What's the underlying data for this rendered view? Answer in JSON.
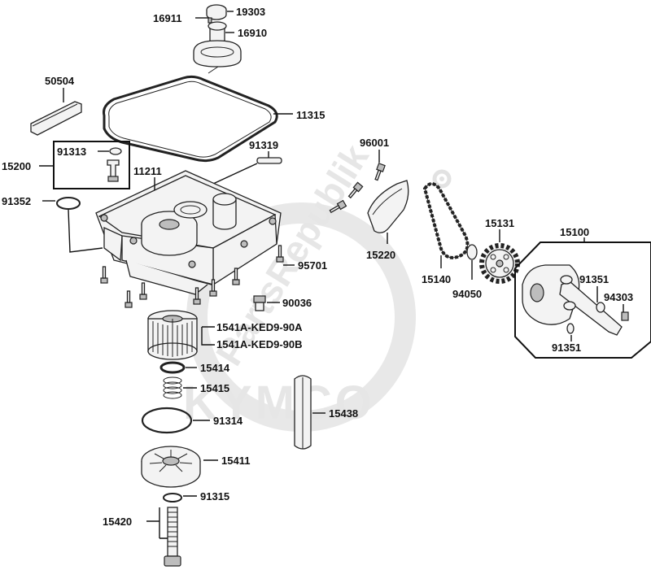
{
  "diagram": {
    "watermark": {
      "brand": "PartsRepublik",
      "maker": "KYMCO"
    },
    "labels": {
      "p19303": "19303",
      "p16911": "16911",
      "p16910": "16910",
      "p50504": "50504",
      "p11315": "11315",
      "p91313": "91313",
      "p15200": "15200",
      "p91319": "91319",
      "p11211": "11211",
      "p91352": "91352",
      "p96001": "96001",
      "p15131": "15131",
      "p15100": "15100",
      "p15220": "15220",
      "p15140": "15140",
      "p94050": "94050",
      "p91351a": "91351",
      "p94303": "94303",
      "p91351b": "91351",
      "p95701": "95701",
      "p90036": "90036",
      "p1541A_A": "1541A-KED9-90A",
      "p1541A_B": "1541A-KED9-90B",
      "p15414": "15414",
      "p15415": "15415",
      "p15438": "15438",
      "p91314": "91314",
      "p15411": "15411",
      "p91315": "91315",
      "p15420": "15420"
    }
  }
}
